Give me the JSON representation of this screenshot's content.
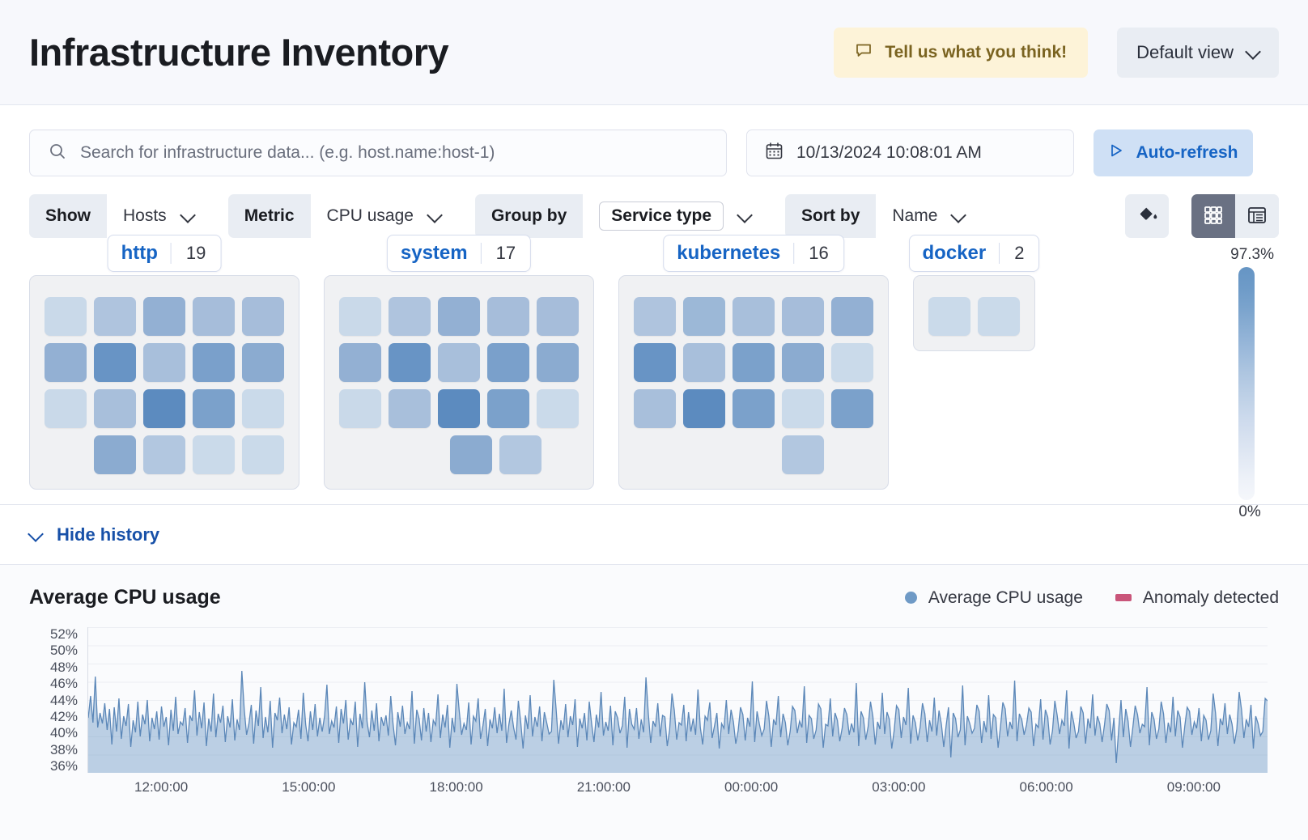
{
  "header": {
    "title": "Infrastructure Inventory",
    "feedback_label": "Tell us what you think!",
    "feedback_icon": "comment-icon",
    "view_label": "Default view"
  },
  "search": {
    "placeholder": "Search for infrastructure data... (e.g. host.name:host-1)",
    "value": "",
    "icon": "search-icon"
  },
  "datepicker": {
    "value": "10/13/2024 10:08:01 AM",
    "icon": "calendar-icon"
  },
  "refresh": {
    "label": "Auto-refresh",
    "icon": "play-icon"
  },
  "filters": [
    {
      "label": "Show",
      "value": "Hosts",
      "boxed": false
    },
    {
      "label": "Metric",
      "value": "CPU usage",
      "boxed": false
    },
    {
      "label": "Group by",
      "value": "Service type",
      "boxed": true
    },
    {
      "label": "Sort by",
      "value": "Name",
      "boxed": false
    }
  ],
  "view_controls": {
    "palette_icon": "paint-bucket-icon",
    "grid_icon": "grid-view-icon",
    "table_icon": "table-view-icon",
    "active": "grid-view-icon"
  },
  "waffle": {
    "legend": {
      "max": "97.3%",
      "min": "0%"
    },
    "groups": [
      {
        "name": "http",
        "count": "19",
        "rows": [
          [
            "#c9d9e9",
            "#afc4de",
            "#93b0d3",
            "#a6bdda",
            "#a6bdda"
          ],
          [
            "#93b0d3",
            "#6894c5",
            "#a8bfdb",
            "#7aa0cb",
            "#8babd0"
          ],
          [
            "#c9d9e9",
            "#a8bfdb",
            "#5c8bbf",
            "#7ba1cb",
            "#cadaea"
          ],
          [
            "#8babd0",
            "#b2c7e0",
            "#cadaea",
            "#cadaea"
          ]
        ],
        "row_offsets": [
          0,
          0,
          0,
          1
        ]
      },
      {
        "name": "system",
        "count": "17",
        "rows": [
          [
            "#c9d9e9",
            "#afc4de",
            "#93b0d3",
            "#a6bdda",
            "#a6bdda"
          ],
          [
            "#93b0d3",
            "#6894c5",
            "#a8bfdb",
            "#7aa0cb",
            "#8babd0"
          ],
          [
            "#c9d9e9",
            "#a8bfdb",
            "#5c8bbf",
            "#7ba1cb",
            "#cadaea"
          ],
          [
            "#8babd0",
            "#b2c7e0"
          ]
        ],
        "row_offsets": [
          0,
          0,
          0,
          1.5
        ]
      },
      {
        "name": "kubernetes",
        "count": "16",
        "rows": [
          [
            "#afc4de",
            "#9cb8d7",
            "#a8bfdb",
            "#a6bdda",
            "#93b0d3"
          ],
          [
            "#6894c5",
            "#a8bfdb",
            "#7ba1cb",
            "#8babd0",
            "#cadaea"
          ],
          [
            "#a8bfdb",
            "#5c8bbf",
            "#7ba1cb",
            "#cadaea",
            "#7ba1cb"
          ],
          [
            "#b2c7e0"
          ]
        ],
        "row_offsets": [
          0,
          0,
          0,
          2
        ]
      },
      {
        "name": "docker",
        "count": "2",
        "rows": [
          [
            "#cadaea",
            "#cadaea"
          ]
        ],
        "row_offsets": [
          0
        ]
      }
    ]
  },
  "history": {
    "toggle_label": "Hide history",
    "toggle_icon": "chevron-down-icon"
  },
  "chart_data": {
    "type": "area",
    "title": "Average CPU usage",
    "xlabel": "",
    "ylabel": "",
    "ylim": [
      35,
      53
    ],
    "grid": true,
    "legend_position": "top-right",
    "legend": [
      {
        "name": "Average CPU usage",
        "color": "#6f9ac6",
        "marker": "dot"
      },
      {
        "name": "Anomaly detected",
        "color": "#c9557a",
        "marker": "square"
      }
    ],
    "ytick_labels": [
      "52%",
      "50%",
      "48%",
      "46%",
      "44%",
      "42%",
      "40%",
      "38%",
      "36%"
    ],
    "xtick_labels": [
      "12:00:00",
      "15:00:00",
      "18:00:00",
      "21:00:00",
      "00:00:00",
      "03:00:00",
      "06:00:00",
      "09:00:00"
    ],
    "series": [
      {
        "name": "Average CPU usage",
        "color": "#6f9ac6",
        "values": [
          41.8,
          44.5,
          41.2,
          46.9,
          40.6,
          42.4,
          41.1,
          43.6,
          40.3,
          42.9,
          38.5,
          43.1,
          40.1,
          44.2,
          39.2,
          42.0,
          40.8,
          43.5,
          38.2,
          41.5,
          40.0,
          43.8,
          39.5,
          42.2,
          41.0,
          44.0,
          38.9,
          41.8,
          40.4,
          42.6,
          39.1,
          43.2,
          40.7,
          41.9,
          38.4,
          42.8,
          40.2,
          44.4,
          39.8,
          41.3,
          40.9,
          43.0,
          38.7,
          42.1,
          41.4,
          45.2,
          39.6,
          42.5,
          40.5,
          43.7,
          38.3,
          41.7,
          40.1,
          44.8,
          39.4,
          42.3,
          41.2,
          43.3,
          38.8,
          42.0,
          40.6,
          44.1,
          39.0,
          41.6,
          40.3,
          47.6,
          42.9,
          39.7,
          41.1,
          43.4,
          38.6,
          42.7,
          40.8,
          45.6,
          39.3,
          41.9,
          40.0,
          43.9,
          38.1,
          42.4,
          41.5,
          44.3,
          39.9,
          42.2,
          40.4,
          43.1,
          38.5,
          41.2,
          40.7,
          42.8,
          39.2,
          44.9,
          41.0,
          38.9,
          42.6,
          40.3,
          43.5,
          39.5,
          41.8,
          40.1,
          42.0,
          45.9,
          39.8,
          41.4,
          40.6,
          43.2,
          38.7,
          42.9,
          41.1,
          44.0,
          39.1,
          41.6,
          40.9,
          43.8,
          38.2,
          42.3,
          40.5,
          46.2,
          41.3,
          39.4,
          42.7,
          40.2,
          43.6,
          38.9,
          41.9,
          40.8,
          42.1,
          39.6,
          44.5,
          41.0,
          38.4,
          42.5,
          40.7,
          43.3,
          39.8,
          41.2,
          40.4,
          45.1,
          38.6,
          42.8,
          41.7,
          39.0,
          43.0,
          40.1,
          42.4,
          38.8,
          41.5,
          40.9,
          44.7,
          39.3,
          42.2,
          40.6,
          43.4,
          38.1,
          41.8,
          40.0,
          46.0,
          42.6,
          39.7,
          41.1,
          40.3,
          43.7,
          38.5,
          42.0,
          41.4,
          44.2,
          39.2,
          40.8,
          42.9,
          38.3,
          41.6,
          40.5,
          43.1,
          39.9,
          42.3,
          40.2,
          45.4,
          38.7,
          41.0,
          42.7,
          40.6,
          39.1,
          43.9,
          41.3,
          38.0,
          42.1,
          40.4,
          44.6,
          39.5,
          41.9,
          40.7,
          43.2,
          38.9,
          42.5,
          41.2,
          39.8,
          40.1,
          46.5,
          42.8,
          38.6,
          41.5,
          40.3,
          43.5,
          39.4,
          42.0,
          40.9,
          44.1,
          38.2,
          41.7,
          40.5,
          42.4,
          39.0,
          43.8,
          41.1,
          38.8,
          42.2,
          40.6,
          45.0,
          39.6,
          41.3,
          40.2,
          43.3,
          38.4,
          42.6,
          41.8,
          39.9,
          40.8,
          44.4,
          38.1,
          42.9,
          41.0,
          40.4,
          43.0,
          39.2,
          41.6,
          40.0,
          46.8,
          42.3,
          38.7,
          41.4,
          40.7,
          43.6,
          39.5,
          42.1,
          41.9,
          38.3,
          40.3,
          44.8,
          42.7,
          39.1,
          41.2,
          40.9,
          43.4,
          38.9,
          42.5,
          40.1,
          41.7,
          39.7,
          45.3,
          40.6,
          38.5,
          42.0,
          41.5,
          43.7,
          39.3,
          40.8,
          42.4,
          38.0,
          41.1,
          40.5,
          44.0,
          39.8,
          42.8,
          41.3,
          38.6,
          40.2,
          43.1,
          42.2,
          39.0,
          41.8,
          40.7,
          46.3,
          38.8,
          42.6,
          41.0,
          39.6,
          40.4,
          43.9,
          42.0,
          38.2,
          41.6,
          40.9,
          44.5,
          39.4,
          42.3,
          41.2,
          38.4,
          40.1,
          43.2,
          42.7,
          39.9,
          41.4,
          40.6,
          45.7,
          38.7,
          42.1,
          41.7,
          39.2,
          40.3,
          43.5,
          42.9,
          38.1,
          41.0,
          40.8,
          44.2,
          39.5,
          42.4,
          41.5,
          38.9,
          40.5,
          43.0,
          42.2,
          39.7,
          41.1,
          40.0,
          46.1,
          38.3,
          42.6,
          41.8,
          39.1,
          40.7,
          43.8,
          42.0,
          38.5,
          41.3,
          40.4,
          44.9,
          39.8,
          42.5,
          41.6,
          38.0,
          40.2,
          43.3,
          42.8,
          39.3,
          41.9,
          40.9,
          45.5,
          38.6,
          42.1,
          41.2,
          39.0,
          40.6,
          43.6,
          42.3,
          38.8,
          41.5,
          40.1,
          44.3,
          39.6,
          42.7,
          41.0,
          38.2,
          40.8,
          43.1,
          36.9,
          42.4,
          41.7,
          39.4,
          40.3,
          45.8,
          38.4,
          42.0,
          41.1,
          39.9,
          40.5,
          43.4,
          42.6,
          38.7,
          41.4,
          40.0,
          44.6,
          39.2,
          42.2,
          41.8,
          38.1,
          40.7,
          43.7,
          42.9,
          39.5,
          41.3,
          40.4,
          46.4,
          38.9,
          42.3,
          41.6,
          39.7,
          40.9,
          43.0,
          42.5,
          38.3,
          41.0,
          40.6,
          44.1,
          39.1,
          42.8,
          41.9,
          38.5,
          40.2,
          43.9,
          42.1,
          39.8,
          41.5,
          40.8,
          45.2,
          38.0,
          42.6,
          41.2,
          39.3,
          40.1,
          43.2,
          42.4,
          38.6,
          41.7,
          40.5,
          44.7,
          39.6,
          42.0,
          41.1,
          38.8,
          40.9,
          43.5,
          42.7,
          39.0,
          41.8,
          36.2,
          40.3,
          44.0,
          39.4,
          42.9,
          41.4,
          38.2,
          40.6,
          43.3,
          42.2,
          39.9,
          41.0,
          40.7,
          45.6,
          38.4,
          42.5,
          41.6,
          39.2,
          40.4,
          43.8,
          42.3,
          38.7,
          41.2,
          40.0,
          44.4,
          39.5,
          42.7,
          41.9,
          38.1,
          40.8,
          43.1,
          42.6,
          39.7,
          41.3,
          40.5,
          43.0,
          38.9,
          42.1,
          41.5,
          39.1,
          40.2,
          44.8,
          42.4,
          38.3,
          41.7,
          40.9,
          43.6,
          39.8,
          42.2,
          41.0,
          38.6,
          40.4,
          45.0,
          42.8,
          39.3,
          41.6,
          40.7,
          43.4,
          38.0,
          42.0,
          41.1,
          39.6,
          40.1,
          44.2,
          43.9
        ]
      }
    ]
  }
}
